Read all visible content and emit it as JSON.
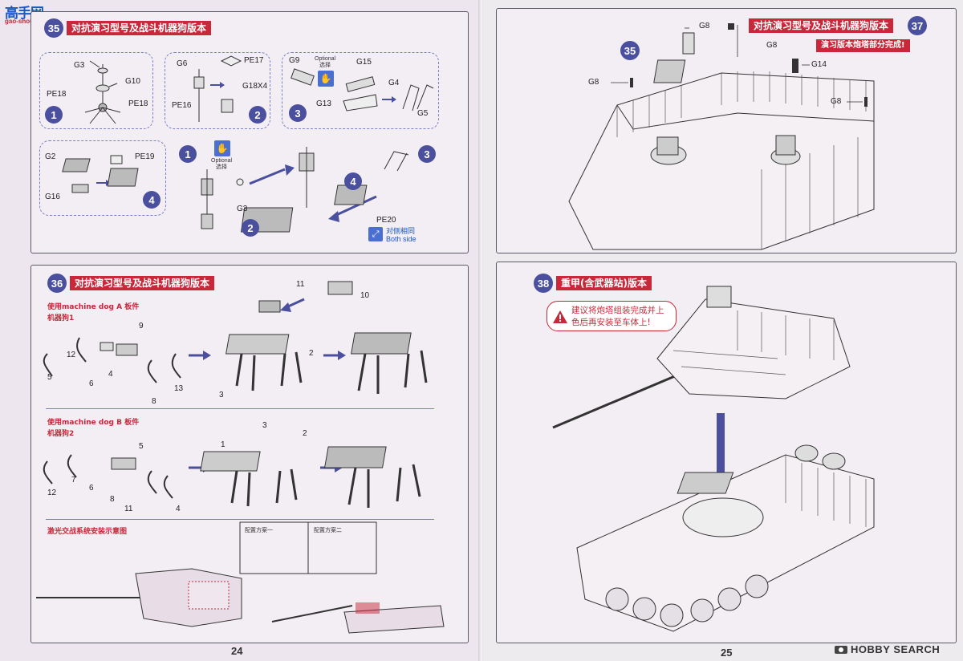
{
  "watermark": {
    "logo_text": "高手网",
    "url": "gao-shou.com"
  },
  "left_page": {
    "page_number": "24",
    "step35": {
      "number": "35",
      "title": "对抗演习型号及战斗机器狗版本",
      "sub1": {
        "badge": "1",
        "labels": [
          "G3",
          "G10",
          "PE18",
          "PE18"
        ]
      },
      "sub2": {
        "badge": "2",
        "labels": [
          "G6",
          "PE17",
          "G18X4",
          "PE16"
        ]
      },
      "sub3": {
        "badge": "3",
        "labels": [
          "G9",
          "G15",
          "G13",
          "G4",
          "G5"
        ],
        "optional": "Optional",
        "optional_cn": "选择"
      },
      "sub4": {
        "badge": "4",
        "labels": [
          "G2",
          "PE19",
          "G16"
        ]
      },
      "assembly": {
        "badges": [
          "1",
          "2",
          "3",
          "4"
        ],
        "labels": [
          "G3",
          "PE20"
        ],
        "optional": "Optional",
        "optional_cn": "选择",
        "both_side_cn": "对侧相同",
        "both_side": "Both side"
      }
    },
    "step36": {
      "number": "36",
      "title": "对抗演习型号及战斗机器狗版本",
      "section_a": "使用machine dog A 板件",
      "dog1": "机器狗1",
      "section_b": "使用machine dog B 板件",
      "dog2": "机器狗2",
      "section_laser": "激光交战系统安装示意图",
      "config1": "配置方案一",
      "config2": "配置方案二",
      "labels_top": [
        "11",
        "10"
      ],
      "labels_a": [
        "9",
        "12",
        "5",
        "6",
        "4",
        "8",
        "13",
        "2",
        "3"
      ],
      "labels_b": [
        "5",
        "3",
        "2",
        "1",
        "7",
        "6",
        "8",
        "12",
        "11",
        "4"
      ]
    }
  },
  "right_page": {
    "page_number": "25",
    "step37": {
      "number": "37",
      "title": "对抗演习型号及战斗机器狗版本",
      "subtitle": "演习版本炮塔部分完成!",
      "ref_step": "35",
      "labels": [
        "G8",
        "G8",
        "G8",
        "G14",
        "G8",
        "G8"
      ]
    },
    "step38": {
      "number": "38",
      "title": "重甲(含武器站)版本",
      "warning_line1": "建议将炮塔组装完成并上",
      "warning_line2": "色后再安装至车体上!"
    },
    "footer_logo": "HOBBY SEARCH"
  },
  "colors": {
    "accent_blue": "#4a4f9e",
    "title_red": "#c8283a",
    "dashed_border": "#7a80c8"
  }
}
